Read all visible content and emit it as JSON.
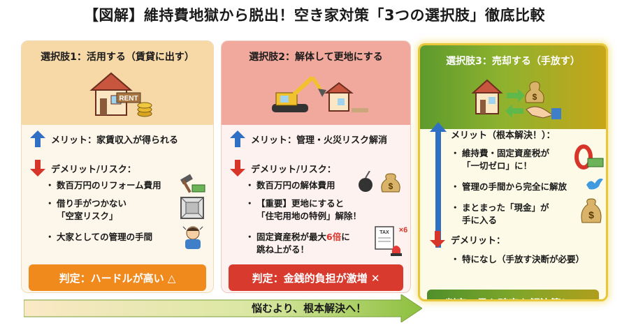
{
  "title": "【図解】維持費地獄から脱出！空き家対策「3つの選択肢」徹底比較",
  "cards": [
    {
      "title": "選択肢1：活用する（賃貸に出す）",
      "illustration_label": "RENT",
      "merit": "メリット：家賃収入が得られる",
      "demerit_heading": "デメリット/リスク：",
      "bullets": [
        "数百万円のリフォーム費用",
        "借り手がつかない",
        "「空室リスク」",
        "大家としての管理の手間"
      ],
      "verdict": "判定：ハードルが高い △"
    },
    {
      "title": "選択肢2：解体して更地にする",
      "merit": "メリット：管理・火災リスク解消",
      "demerit_heading": "デメリット/リスク：",
      "bullets": [
        "数百万円の解体費用",
        "【重要】更地にすると",
        "「住宅用地の特例」解除！",
        "固定資産税が最大",
        "6倍",
        "に",
        "跳ね上がる！"
      ],
      "tax_label": "TAX",
      "tax_multiplier": "×6",
      "verdict": "判定：金銭的負担が激増 ✕"
    },
    {
      "title": "選択肢3：売却する（手放す）",
      "merit": "メリット（根本解決！）：",
      "bullets": [
        "維持費・固定資産税が",
        "「一切ゼロ」に！",
        "管理の手間から完全に解放",
        "まとまった「現金」が",
        "手に入る"
      ],
      "demerit_heading": "デメリット：",
      "demerit_bullets": [
        "特になし（手放す決断が必要）"
      ],
      "verdict": "判定：最も確実な解決策！◎"
    }
  ],
  "bottom_arrow": "悩むより、根本解決へ！",
  "colors": {
    "orange": "#f08a1c",
    "red": "#d83a2e",
    "green": "#4f8f2b",
    "gold": "#e8c83a",
    "blue_arrow": "#2f6fc4",
    "red_arrow": "#d8352a"
  }
}
